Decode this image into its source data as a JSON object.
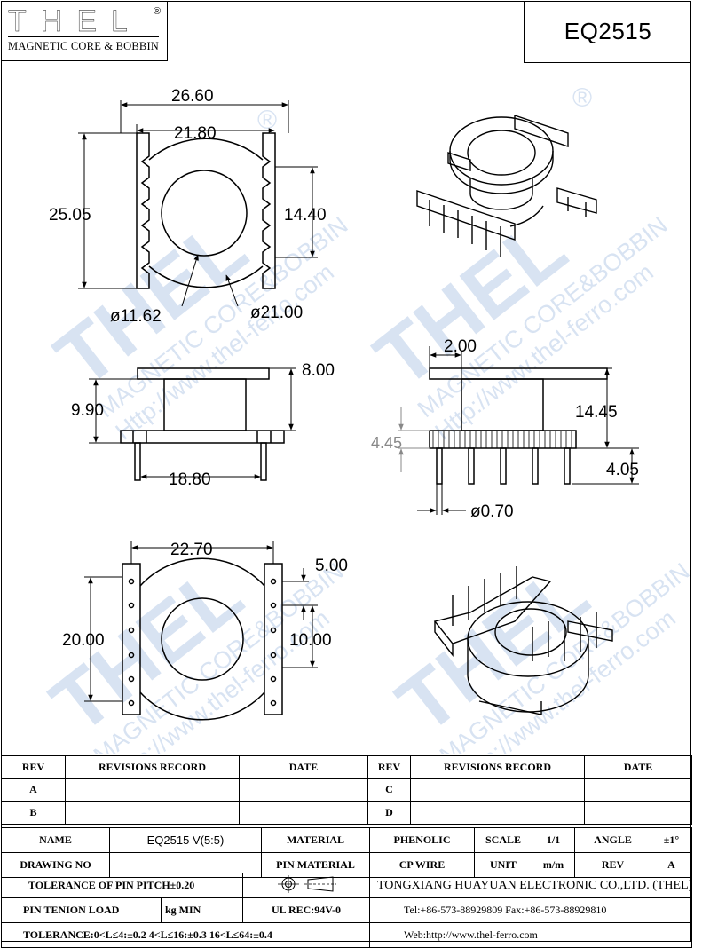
{
  "header": {
    "brand": "THEL",
    "brand_registered": "®",
    "brand_subtitle": "MAGNETIC CORE & BOBBIN",
    "model": "EQ2515"
  },
  "watermark": {
    "brand": "THEL",
    "line1": "MAGNETIC CORE&BOBBIN",
    "line2": "Http://www.thel-ferro.com",
    "registered": "®"
  },
  "dimensions": {
    "top_overall_width": "26.60",
    "top_inner_width": "21.80",
    "top_height": "25.05",
    "top_pin_span": "14.40",
    "bore_diameter": "ø11.62",
    "flange_diameter": "ø21.00",
    "side_top_height": "8.00",
    "side_body_height": "9.90",
    "side_pin_span": "18.80",
    "end_top_offset": "2.00",
    "end_total_height": "14.45",
    "end_base_height": "4.45",
    "end_pin_length": "4.05",
    "pin_diameter": "ø0.70",
    "bottom_width": "22.70",
    "bottom_pin_pitch": "5.00",
    "bottom_height": "20.00",
    "bottom_pin_span": "10.00"
  },
  "revisions": {
    "rev_header": "REV",
    "record_header": "REVISIONS RECORD",
    "date_header": "DATE",
    "rows_left": [
      "A",
      "B"
    ],
    "rows_right": [
      "C",
      "D"
    ]
  },
  "title_block": {
    "name_label": "NAME",
    "name_value": "EQ2515 V(5:5)",
    "material_label": "MATERIAL",
    "material_value": "PHENOLIC",
    "scale_label": "SCALE",
    "scale_value": "1/1",
    "angle_label": "ANGLE",
    "angle_value": "±1°",
    "drawing_no_label": "DRAWING NO",
    "pin_material_label": "PIN MATERIAL",
    "pin_material_value": "CP WIRE",
    "unit_label": "UNIT",
    "unit_value": "m/m",
    "rev_label": "REV",
    "rev_value": "A",
    "pitch_tolerance": "TOLERANCE OF PIN PITCH±0.20",
    "company": "TONGXIANG HUAYUAN ELECTRONIC CO.,LTD.  (THEL)",
    "pin_tension_label": "PIN TENION LOAD",
    "pin_tension_unit": "kg MIN",
    "ul_rec": "UL REC:94V-0",
    "phone_fax": "Tel:+86-573-88929809 Fax:+86-573-88929810",
    "tolerance_ranges": "TOLERANCE:0<L≤4:±0.2  4<L≤16:±0.3  16<L≤64:±0.4",
    "website": "Web:http://www.thel-ferro.com"
  }
}
